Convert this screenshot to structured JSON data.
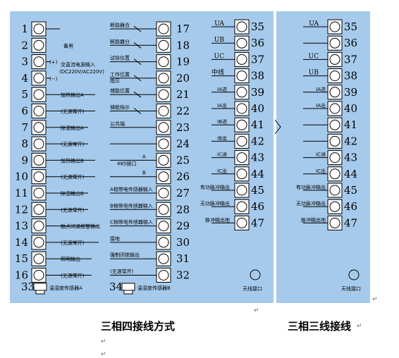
{
  "colors": {
    "panel": "#a6caeb",
    "line": "#000000"
  },
  "left_panel": {
    "left_terminals": [
      {
        "num": "1",
        "label": ""
      },
      {
        "num": "2",
        "label": "备用"
      },
      {
        "num": "3",
        "label": "(+)"
      },
      {
        "num": "4",
        "label": "(−)"
      },
      {
        "num": "5",
        "label": "加热输出A"
      },
      {
        "num": "6",
        "label": "(无源常开)"
      },
      {
        "num": "7",
        "label": "除湿输出A"
      },
      {
        "num": "8",
        "label": "(无源常开)"
      },
      {
        "num": "9",
        "label": "加热输出B"
      },
      {
        "num": "10",
        "label": "(无源常开)"
      },
      {
        "num": "11",
        "label": "除湿输出B"
      },
      {
        "num": "12",
        "label": "(无源常开)"
      },
      {
        "num": "13",
        "label": "触点闭温报警输出"
      },
      {
        "num": "14",
        "label": "(无源常开)"
      },
      {
        "num": "15",
        "label": "照明输出"
      },
      {
        "num": "16",
        "label": "(无源常开)"
      }
    ],
    "power_label_1": "交直流电源输入",
    "power_label_2": "(DC220V/AC220V)",
    "sensor_a": {
      "num": "33",
      "label": "温湿度传感器A"
    },
    "sensor_b": {
      "num": "34",
      "label": "温湿度传感器B"
    },
    "middle_terminals": [
      {
        "num": "17",
        "label": "断路器合"
      },
      {
        "num": "18",
        "label": "断路器分"
      },
      {
        "num": "19",
        "label": "试验位置"
      },
      {
        "num": "20",
        "label": "工作位置"
      },
      {
        "num": "21",
        "label": "储能位置"
      },
      {
        "num": "22",
        "label": "储能指示"
      },
      {
        "num": "23",
        "label": "公共端"
      },
      {
        "num": "24",
        "label": ""
      },
      {
        "num": "25",
        "label": "A"
      },
      {
        "num": "26",
        "label": "B"
      },
      {
        "num": "27",
        "label": "A相带电传感器输入"
      },
      {
        "num": "28",
        "label": "B相带电传感器输入"
      },
      {
        "num": "29",
        "label": "C相带电传感器输入"
      },
      {
        "num": "30",
        "label": "接地"
      },
      {
        "num": "31",
        "label": "强制闭锁输出"
      },
      {
        "num": "32",
        "label": "(无源常开)"
      }
    ],
    "label_20b": "指示",
    "rs485_label": "485接口",
    "right_terminals": [
      {
        "num": "35",
        "label": "UA"
      },
      {
        "num": "36",
        "label": "UB"
      },
      {
        "num": "37",
        "label": "UC"
      },
      {
        "num": "38",
        "label": "中线"
      },
      {
        "num": "39",
        "label": "IA进"
      },
      {
        "num": "40",
        "label": "IA出"
      },
      {
        "num": "41",
        "label": "IB进"
      },
      {
        "num": "42",
        "label": "IB出"
      },
      {
        "num": "43",
        "label": "IC进"
      },
      {
        "num": "44",
        "label": "IC出"
      },
      {
        "num": "45",
        "label": "有功脉冲输出"
      },
      {
        "num": "46",
        "label": "无功脉冲输出"
      },
      {
        "num": "47",
        "label": "脉冲输出地"
      }
    ],
    "antenna_label": "天线接口"
  },
  "right_panel": {
    "terminals": [
      {
        "num": "35",
        "label": "UA"
      },
      {
        "num": "36",
        "label": ""
      },
      {
        "num": "37",
        "label": "UC"
      },
      {
        "num": "38",
        "label": "UB"
      },
      {
        "num": "39",
        "label": "IA进"
      },
      {
        "num": "40",
        "label": "IA出"
      },
      {
        "num": "41",
        "label": ""
      },
      {
        "num": "42",
        "label": ""
      },
      {
        "num": "43",
        "label": "IC进"
      },
      {
        "num": "44",
        "label": "IC出"
      },
      {
        "num": "45",
        "label": "有功脉冲输出"
      },
      {
        "num": "46",
        "label": "无功脉冲输出"
      },
      {
        "num": "47",
        "label": "脉冲输出地"
      }
    ],
    "antenna_label": "天线接口"
  },
  "captions": {
    "left": "三相四接线方式",
    "right": "三相三线接线"
  },
  "marks": {
    "return": "↵"
  }
}
